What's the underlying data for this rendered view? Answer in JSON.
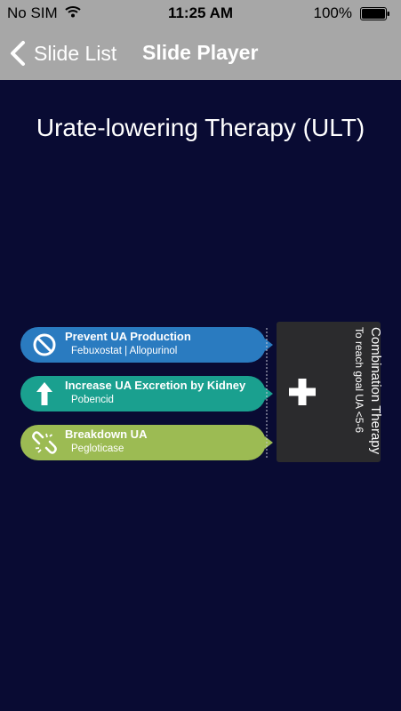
{
  "status_bar": {
    "carrier": "No SIM",
    "time": "11:25 AM",
    "battery": "100%"
  },
  "nav": {
    "back_label": "Slide List",
    "title": "Slide Player"
  },
  "slide": {
    "title": "Urate-lowering Therapy (ULT)",
    "therapies": [
      {
        "heading": "Prevent UA Production",
        "drugs": "Febuxostat | Allopurinol",
        "icon": "no-symbol-icon",
        "color": "#2a7bc0"
      },
      {
        "heading": "Increase UA Excretion by Kidney",
        "drugs": "Pobencid",
        "icon": "up-arrow-icon",
        "color": "#1aa08f"
      },
      {
        "heading": "Breakdown UA",
        "drugs": "Pegloticase",
        "icon": "broken-link-icon",
        "color": "#9cbb53"
      }
    ],
    "combination": {
      "title": "Combination Therapy",
      "subtitle": "To reach goal UA <5-6",
      "icon": "plus-icon"
    }
  }
}
